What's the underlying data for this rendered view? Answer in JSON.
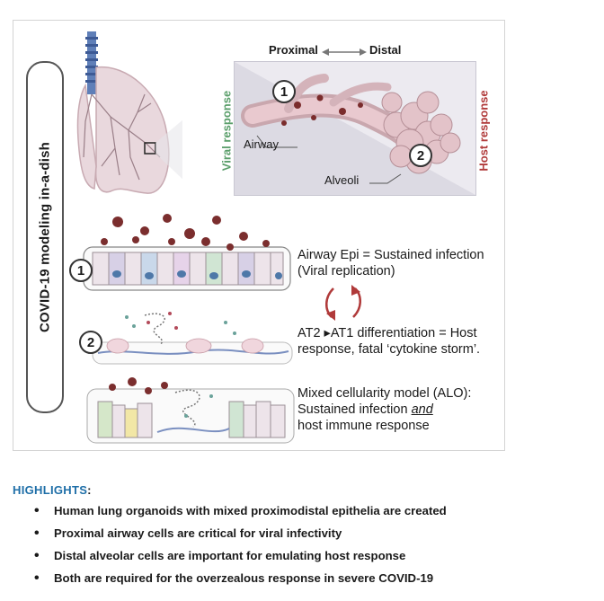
{
  "side_label": "COVID-19 modeling in-a-dish",
  "top_panel": {
    "proximal": "Proximal",
    "distal": "Distal",
    "viral_response": "Viral response",
    "host_response": "Host response",
    "airway": "Airway",
    "alveoli": "Alveoli",
    "marker_1": "1",
    "marker_2": "2"
  },
  "rows": [
    {
      "number": "1",
      "line1": "Airway Epi = Sustained infection",
      "line2": "(Viral replication)"
    },
    {
      "number": "2",
      "line1": "AT2 ▸AT1 differentiation = Host",
      "line2": "response, fatal ‘cytokine storm’."
    },
    {
      "number": "",
      "line1": "Mixed cellularity model (ALO):",
      "line2_pre": "Sustained infection ",
      "line2_em": "and",
      "line3": "host immune response"
    }
  ],
  "colors": {
    "viral_response": "#5a9e6a",
    "host_response": "#b03a3a",
    "highlights_title": "#1f6fa8",
    "arrow_red": "#b03a3a"
  },
  "highlights": {
    "title": "HIGHLIGHTS",
    "colon": ":",
    "items": [
      "Human lung organoids with mixed proximodistal epithelia are created",
      "Proximal airway cells are critical for viral infectivity",
      "Distal alveolar cells are important for emulating host response",
      "Both are required for the overzealous response in severe COVID-19"
    ]
  }
}
